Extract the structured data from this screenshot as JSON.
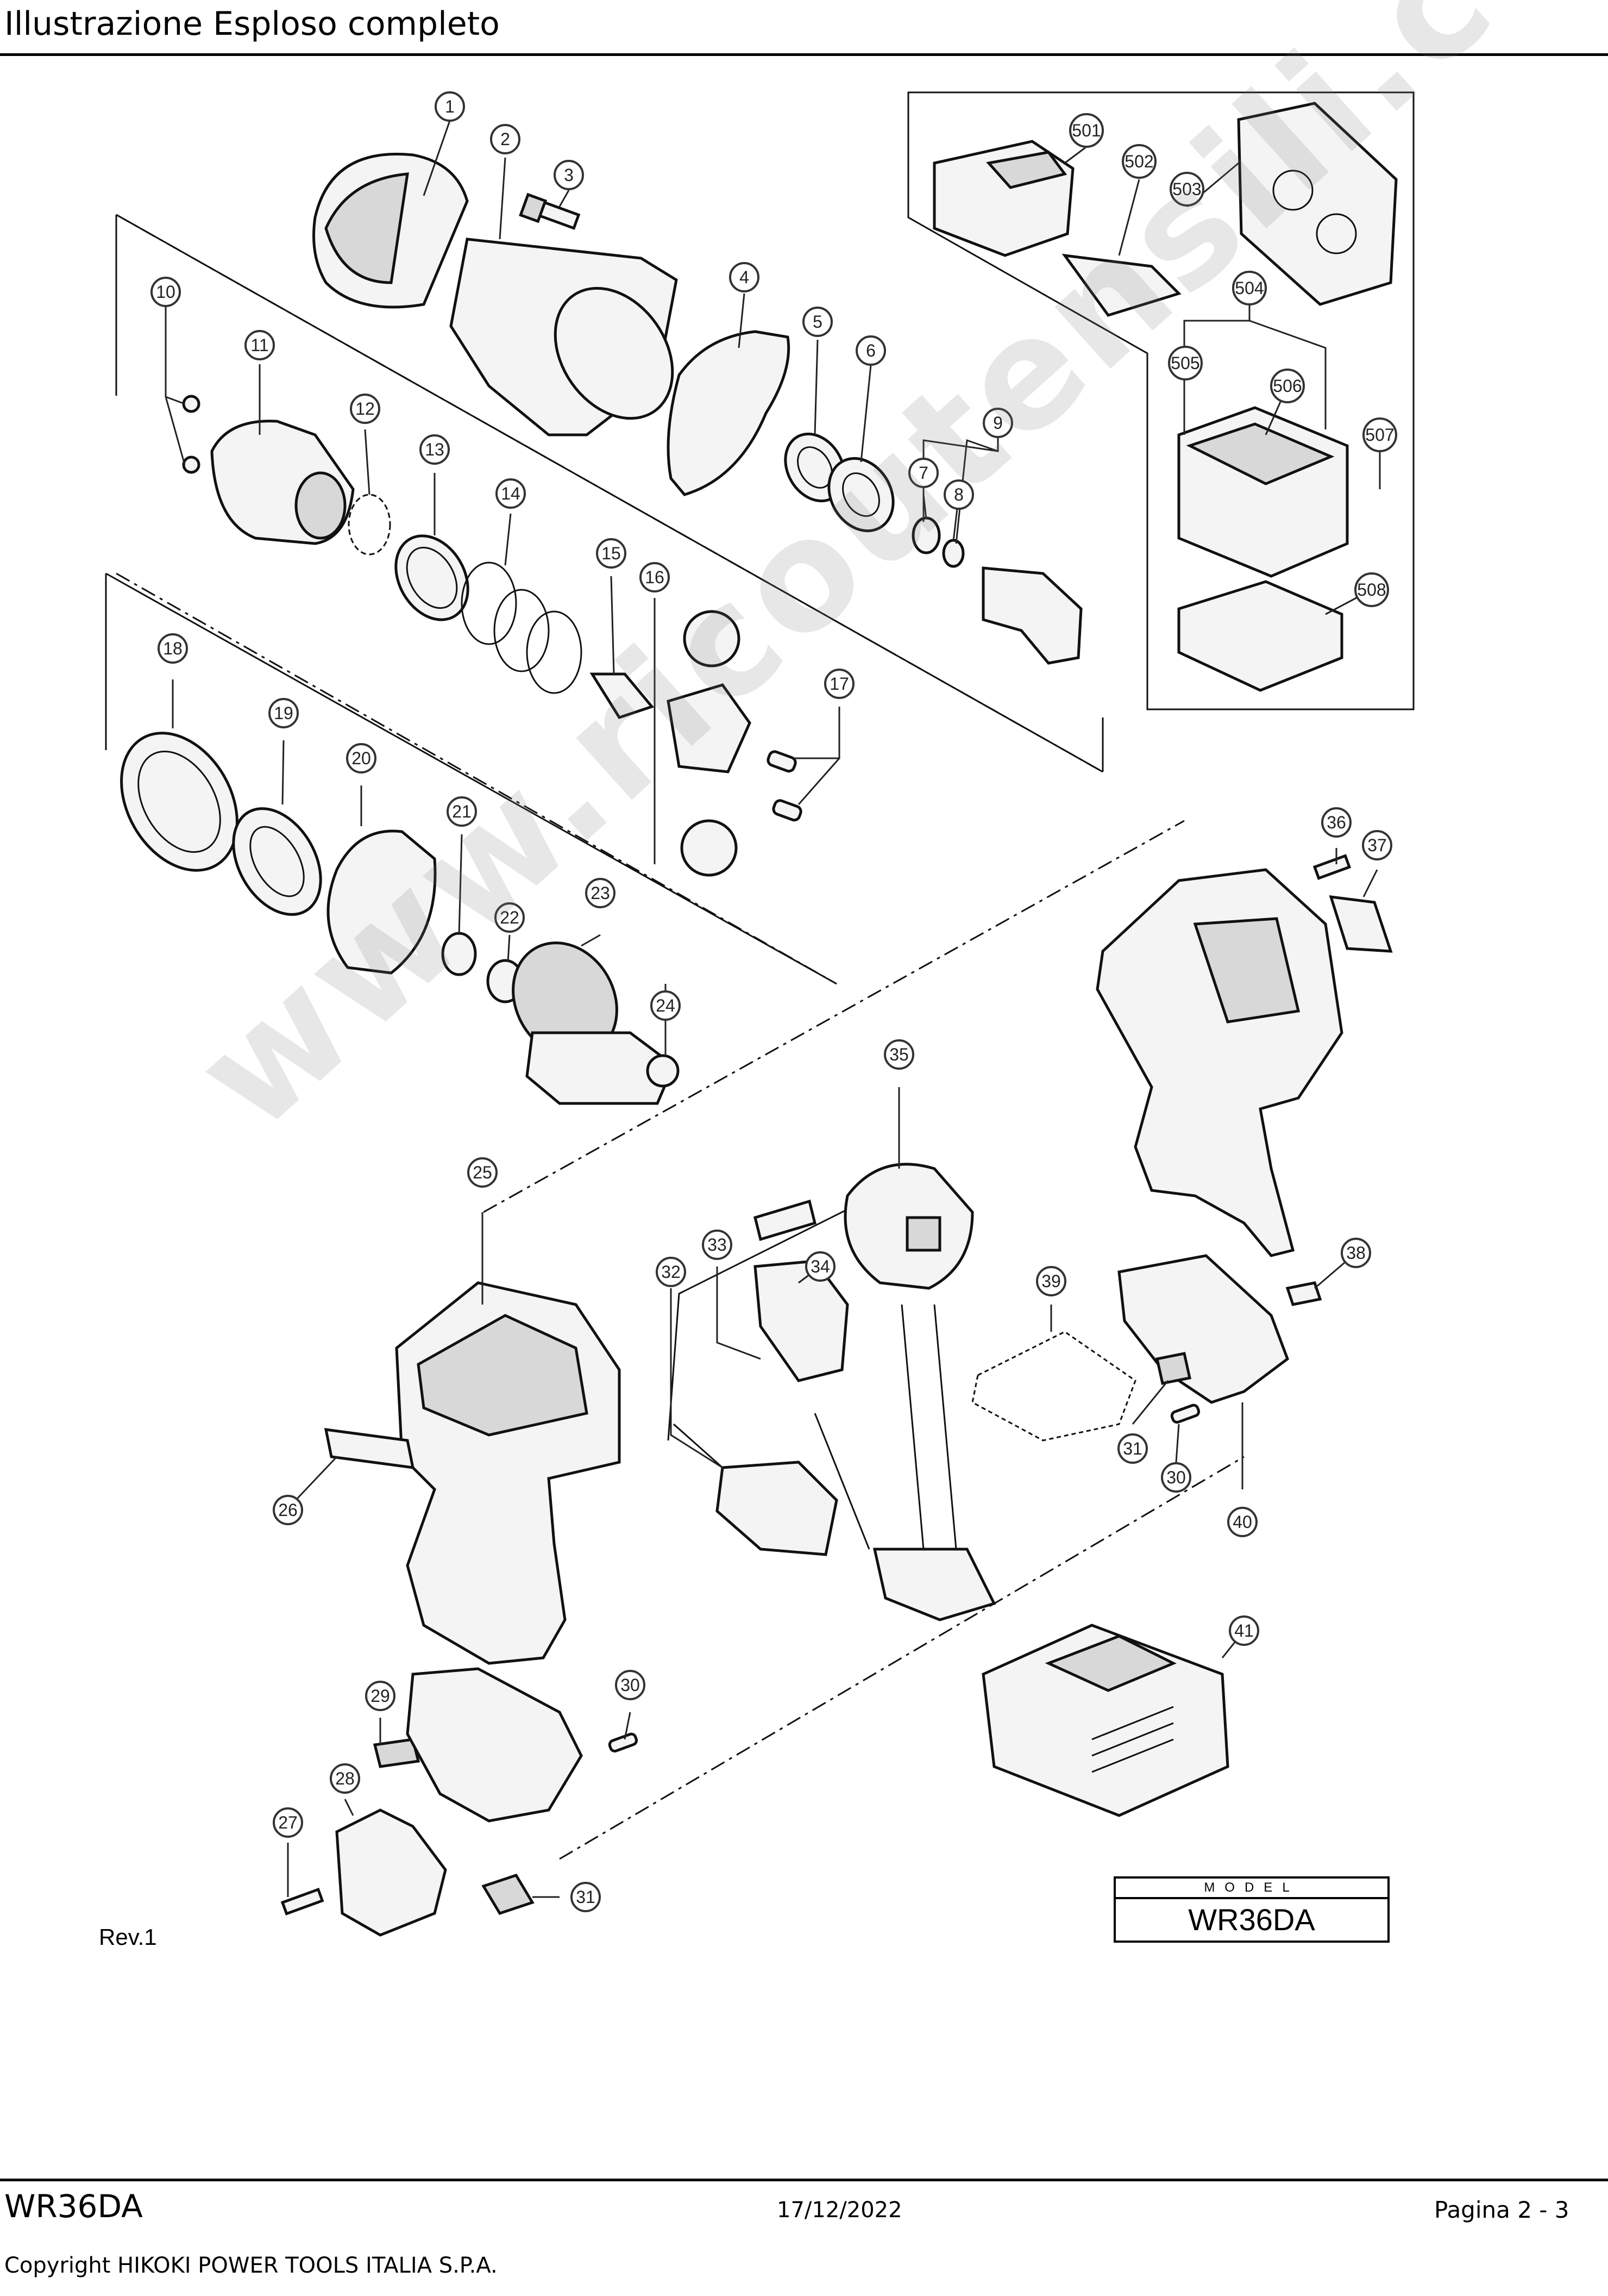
{
  "header": {
    "title": "Illustrazione  Esploso completo"
  },
  "watermark": "www.ricoutensili.com",
  "revision": "Rev.1",
  "model_box": {
    "label": "MODEL",
    "name": "WR36DA"
  },
  "footer": {
    "model": "WR36DA",
    "date": "17/12/2022",
    "page": "Pagina 2 - 3",
    "copyright": "Copyright HIKOKI POWER TOOLS ITALIA S.P.A."
  },
  "callouts": {
    "c1": "1",
    "c2": "2",
    "c3": "3",
    "c4": "4",
    "c5": "5",
    "c6": "6",
    "c7": "7",
    "c8": "8",
    "c9": "9",
    "c10": "10",
    "c11": "11",
    "c12": "12",
    "c13": "13",
    "c14": "14",
    "c15": "15",
    "c16": "16",
    "c17": "17",
    "c18": "18",
    "c19": "19",
    "c20": "20",
    "c21": "21",
    "c22": "22",
    "c23": "23",
    "c24": "24",
    "c25": "25",
    "c26": "26",
    "c27": "27",
    "c28": "28",
    "c29": "29",
    "c30a": "30",
    "c30b": "30",
    "c31a": "31",
    "c31b": "31",
    "c32": "32",
    "c33": "33",
    "c34": "34",
    "c35": "35",
    "c36": "36",
    "c37": "37",
    "c38": "38",
    "c39": "39",
    "c40": "40",
    "c41": "41",
    "c501": "501",
    "c502": "502",
    "c503": "503",
    "c504": "504",
    "c505": "505",
    "c506": "506",
    "c507": "507",
    "c508": "508"
  }
}
